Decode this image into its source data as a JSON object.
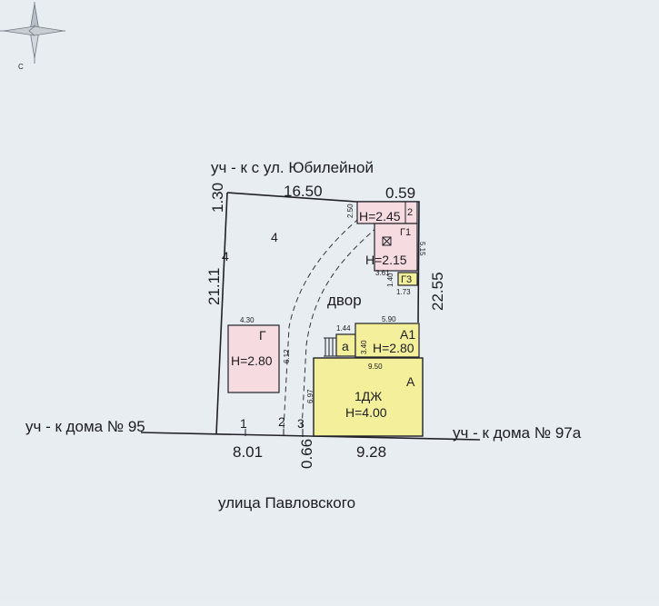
{
  "compass": {
    "north_letter": "С"
  },
  "labels": {
    "top_neighbor": "уч - к с ул. Юбилейной",
    "left_neighbor": "уч - к дома № 95",
    "right_neighbor": "уч - к дома № 97а",
    "street": "улица Павловского",
    "yard": "двор"
  },
  "dimensions": {
    "top_left": "16.50",
    "top_right": "0.59",
    "left_short": "1.30",
    "left_long": "21.11",
    "right_long": "22.55",
    "bottom_left": "8.01",
    "bottom_gap": "0.66",
    "bottom_right": "9.28"
  },
  "points": {
    "p1": "1",
    "p2": "2",
    "p3": "3",
    "p4_top": "4",
    "p4_left": "4"
  },
  "buildings": {
    "A": {
      "letter": "А",
      "name": "1ДЖ",
      "height": "Н=4.00",
      "width_label": "9.50",
      "side_label": "6.97"
    },
    "A1": {
      "letter": "А1",
      "height": "Н=2.80",
      "width_label": "5.90",
      "side_label": "3.40"
    },
    "a": {
      "letter": "а",
      "width_label": "1.44"
    },
    "G": {
      "letter": "Г",
      "height": "Н=2.80",
      "width_label": "4.30",
      "side_label": "6.12"
    },
    "G1": {
      "letter": "Г1",
      "height": "Н=2.15",
      "side_label": "5.15"
    },
    "G2": {
      "letter": "2",
      "height": "Н=2.45",
      "side_label": "2.50"
    },
    "G3": {
      "letter": "Г3",
      "width_label": "3.61",
      "side_label": "1.40",
      "bottom_label": "1.73"
    }
  },
  "colors": {
    "house_fill": "#f3ef9a",
    "garage_fill": "#f6dce0",
    "outline": "#202028"
  }
}
